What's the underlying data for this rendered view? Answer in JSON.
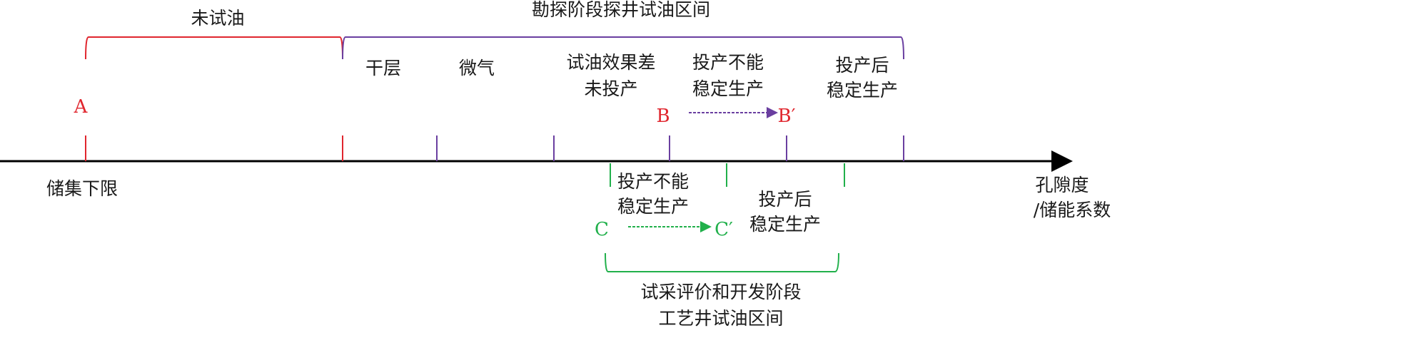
{
  "top": {
    "untested_label": "未试油",
    "exploration_title": "勘探阶段探井试油区间",
    "intervals": {
      "dry": "干层",
      "micro_gas": "微气",
      "poor_l1": "试油效果差",
      "poor_l2": "未投产",
      "unstable_l1": "投产不能",
      "unstable_l2": "稳定生产",
      "stable_l1": "投产后",
      "stable_l2": "稳定生产"
    },
    "points": {
      "a": "A",
      "b": "B",
      "b_prime": "B′"
    }
  },
  "axis": {
    "lower_limit": "储集下限",
    "xlabel_l1": "孔隙度",
    "xlabel_l2": "/储能系数"
  },
  "bottom": {
    "intervals": {
      "unstable_l1": "投产不能",
      "unstable_l2": "稳定生产",
      "stable_l1": "投产后",
      "stable_l2": "稳定生产"
    },
    "points": {
      "c": "C",
      "c_prime": "C′"
    },
    "title_l1": "试采评价和开发阶段",
    "title_l2": "工艺井试油区间"
  },
  "colors": {
    "untested": "#e0262e",
    "exploration": "#6a3fa0",
    "development": "#21b04b",
    "axis": "#000000"
  }
}
